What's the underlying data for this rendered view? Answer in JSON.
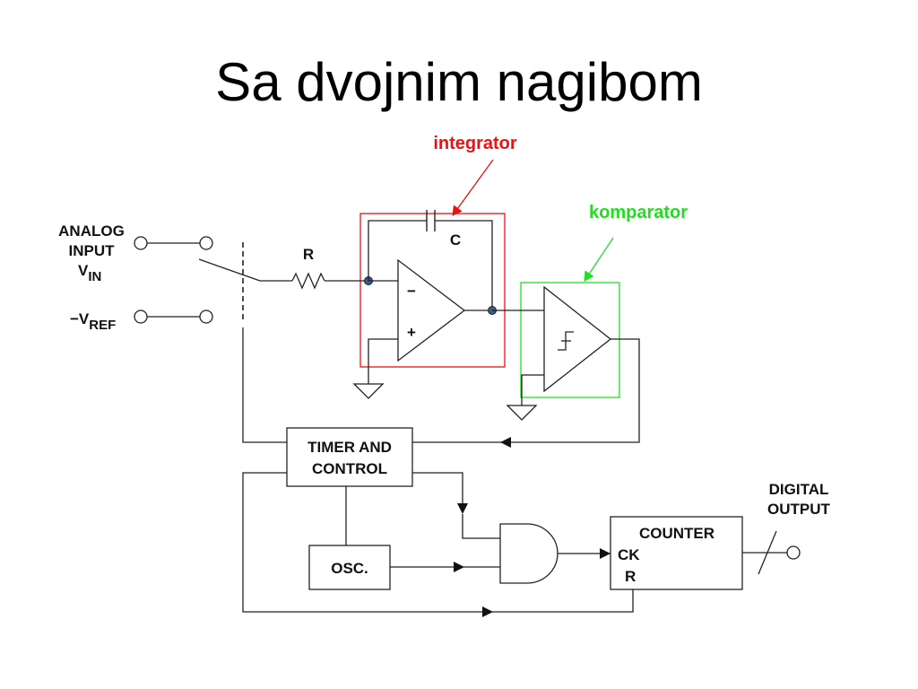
{
  "slide": {
    "title": "Sa dvojnim nagibom"
  },
  "annotations": {
    "integrator": {
      "label": "integrator",
      "color": "#ee1111"
    },
    "komparator": {
      "label": "komparator",
      "color": "#22dd22"
    }
  },
  "inputs": {
    "analog_line1": "ANALOG",
    "analog_line2": "INPUT",
    "vin_main": "V",
    "vin_sub": "IN",
    "vref_main": "−V",
    "vref_sub": "REF"
  },
  "components": {
    "resistor": "R",
    "capacitor": "C",
    "opamp_minus": "−",
    "opamp_plus": "+",
    "timer_line1": "TIMER AND",
    "timer_line2": "CONTROL",
    "osc": "OSC.",
    "counter": "COUNTER",
    "counter_ck": "CK",
    "counter_r": "R"
  },
  "output": {
    "line1": "DIGITAL",
    "line2": "OUTPUT"
  }
}
